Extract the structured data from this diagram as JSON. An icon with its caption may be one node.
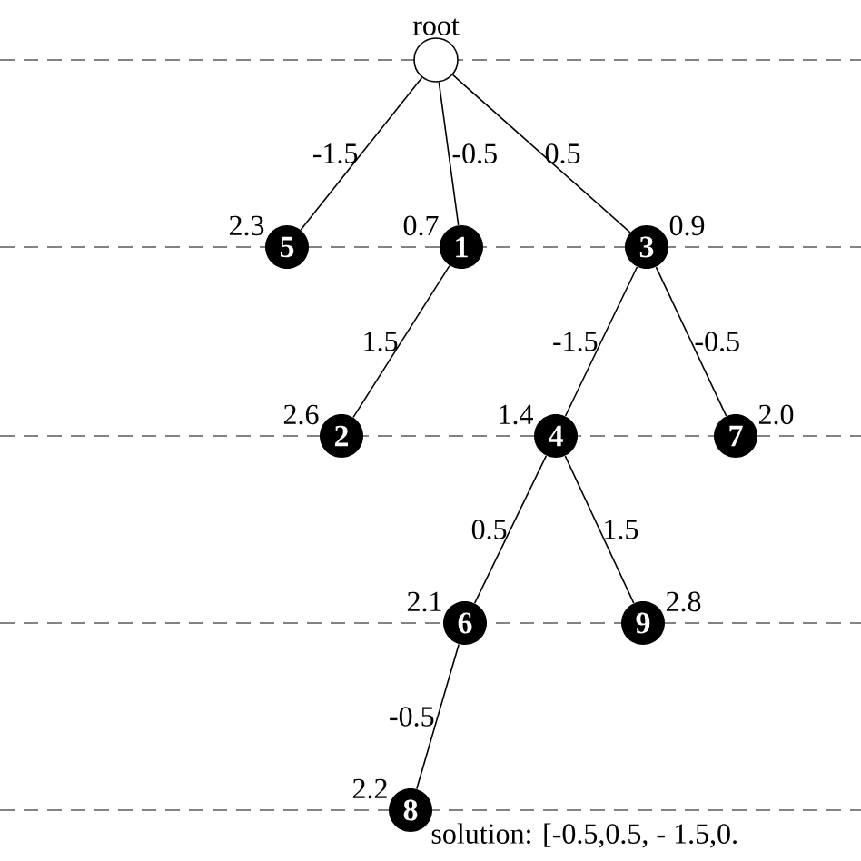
{
  "diagram": {
    "nodes": [
      {
        "text": [
          "root"
        ]
      },
      {
        "text": [
          "5"
        ],
        "beside": [
          "2.3"
        ]
      },
      {
        "text": [
          "1"
        ],
        "beside": [
          "0.7"
        ]
      },
      {
        "text": [
          "3"
        ],
        "beside": [
          "0.9"
        ]
      },
      {
        "text": [
          "2"
        ],
        "beside": [
          "2.6"
        ]
      },
      {
        "text": [
          "4"
        ],
        "beside": [
          "1.4"
        ]
      },
      {
        "text": [
          "7"
        ],
        "beside": [
          "2.0"
        ]
      },
      {
        "text": [
          "6"
        ],
        "beside": [
          "2.1"
        ]
      },
      {
        "text": [
          "9"
        ],
        "beside": [
          "2.8"
        ]
      },
      {
        "text": [
          "8"
        ],
        "beside": [
          "2.2"
        ]
      }
    ],
    "edges": [
      {
        "from": 0,
        "to": 1,
        "arrow": "none",
        "label": "-1.5"
      },
      {
        "from": 0,
        "to": 2,
        "arrow": "none",
        "label": "-0.5"
      },
      {
        "from": 0,
        "to": 3,
        "arrow": "none",
        "label": "0.5"
      },
      {
        "from": 2,
        "to": 4,
        "arrow": "none",
        "label": "1.5"
      },
      {
        "from": 3,
        "to": 5,
        "arrow": "none",
        "label": "-1.5"
      },
      {
        "from": 3,
        "to": 6,
        "arrow": "none",
        "label": "-0.5"
      },
      {
        "from": 5,
        "to": 7,
        "arrow": "none",
        "label": "0.5"
      },
      {
        "from": 5,
        "to": 8,
        "arrow": "none",
        "label": "1.5"
      },
      {
        "from": 7,
        "to": 9,
        "arrow": "none",
        "label": "-0.5"
      }
    ],
    "labels": [
      "solution: [-0.5,0.5, - 1.5,0."
    ]
  }
}
